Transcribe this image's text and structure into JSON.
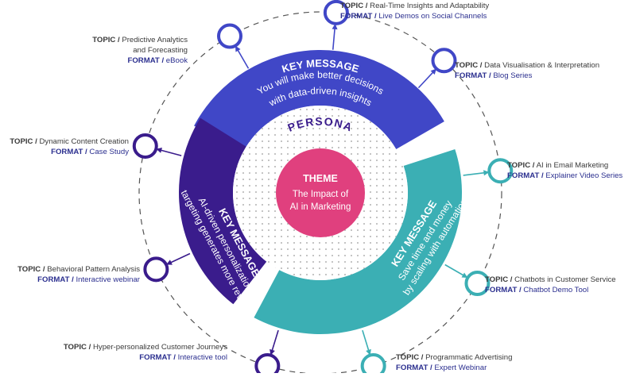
{
  "persona": "PERSONA",
  "theme": {
    "title": "THEME",
    "line1": "The Impact of",
    "line2": "AI in Marketing"
  },
  "key_messages": [
    {
      "heading": "KEY MESSAGE",
      "line1": "You will make better decisions",
      "line2": "with data-driven insights",
      "color": "#4047C7"
    },
    {
      "heading": "KEY MESSAGE",
      "line1": "Save time and money",
      "line2": "by scaling with automation",
      "color": "#3BAFB4"
    },
    {
      "heading": "KEY MESSAGE",
      "line1": "AI-driven personalization &",
      "line2": "targeting generates more revenue",
      "color": "#3A1C8C"
    }
  ],
  "prefixes": {
    "topic": "TOPIC /",
    "format": "FORMAT /"
  },
  "items": [
    {
      "topic": "Real-Time Insights and Adaptability",
      "format": "Live Demos on Social Channels",
      "color": "#4047C7"
    },
    {
      "topic": "Data Visualisation & Interpretation",
      "format": "Blog Series",
      "color": "#4047C7"
    },
    {
      "topic": "AI in Email Marketing",
      "format": "Explainer Video Series",
      "color": "#3BAFB4"
    },
    {
      "topic": "Chatbots in Customer Service",
      "format": "Chatbot Demo Tool",
      "color": "#3BAFB4"
    },
    {
      "topic": "Programmatic Advertising",
      "format": "Expert Webinar",
      "color": "#3BAFB4"
    },
    {
      "topic": "Hyper-personalized Customer Journeys",
      "format": "Interactive tool",
      "color": "#3A1C8C"
    },
    {
      "topic": "Behavioral Pattern Analysis",
      "format": "Interactive webinar",
      "color": "#3A1C8C"
    },
    {
      "topic": "Dynamic Content Creation",
      "format": "Case Study",
      "color": "#3A1C8C"
    },
    {
      "topic": "Predictive Analytics",
      "topic_line2": "and Forecasting",
      "format": "eBook",
      "color": "#4047C7"
    }
  ],
  "colors": {
    "theme": "#E0407E",
    "dashed_ring": "#555555",
    "persona": "#3A1C8C",
    "dots": "#9a9a9a"
  }
}
